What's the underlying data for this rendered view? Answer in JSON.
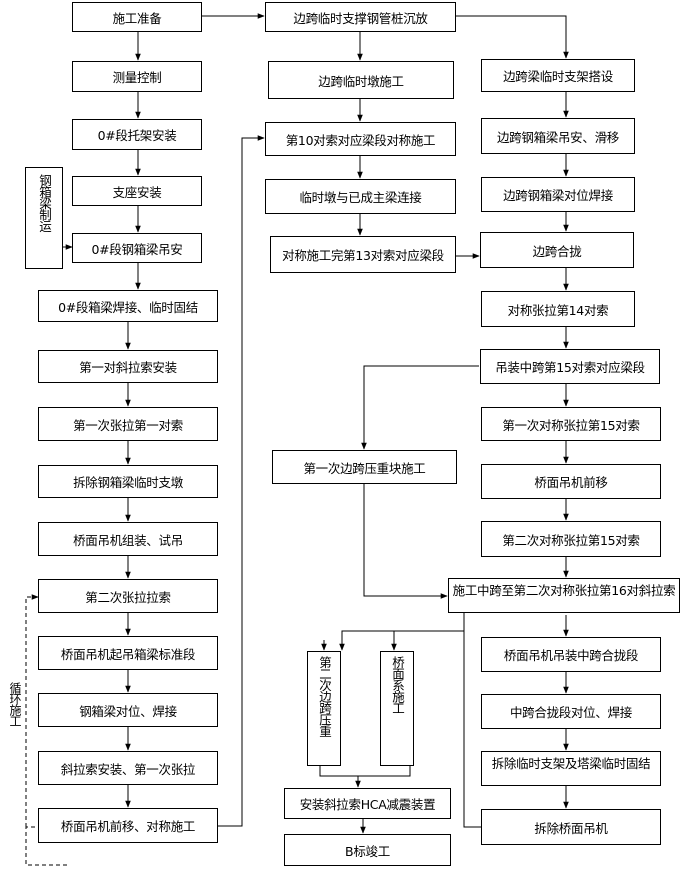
{
  "diagram": {
    "left_column": [
      "施工准备",
      "测量控制",
      "0#段托架安装",
      "支座安装",
      "0#段钢箱梁吊安",
      "0#段箱梁焊接、临时固结",
      "第一对斜拉索安装",
      "第一次张拉第一对索",
      "拆除钢箱梁临时支墩",
      "桥面吊机组装、试吊",
      "第二次张拉拉索",
      "桥面吊机起吊箱梁标准段",
      "钢箱梁对位、焊接",
      "斜拉索安装、第一次张拉",
      "桥面吊机前移、对称施工"
    ],
    "side_box": "钢箱梁制运",
    "loop_label": "循环施工",
    "middle_column": [
      "边跨临时支撑钢管桩沉放",
      "边跨临时墩施工",
      "第10对索对应梁段对称施工",
      "临时墩与已成主梁连接",
      "对称施工完第13对索对应梁段"
    ],
    "middle_side": "第一次边跨压重块施工",
    "middle_vertical": [
      "第二次边跨压重",
      "桥面系施工"
    ],
    "middle_bottom": [
      "安装斜拉索HCA减震装置",
      "B标竣工"
    ],
    "right_column": [
      "边跨梁临时支架搭设",
      "边跨钢箱梁吊安、滑移",
      "边跨钢箱梁对位焊接",
      "边跨合拢",
      "对称张拉第14对索",
      "吊装中跨第15对索对应梁段",
      "第一次对称张拉第15对索",
      "桥面吊机前移",
      "第二次对称张拉第15对索",
      "施工中跨至第二次对称张拉第16对斜拉索",
      "桥面吊机吊装中跨合拢段",
      "中跨合拢段对位、焊接",
      "拆除临时支架及塔梁临时固结",
      "拆除桥面吊机"
    ]
  }
}
